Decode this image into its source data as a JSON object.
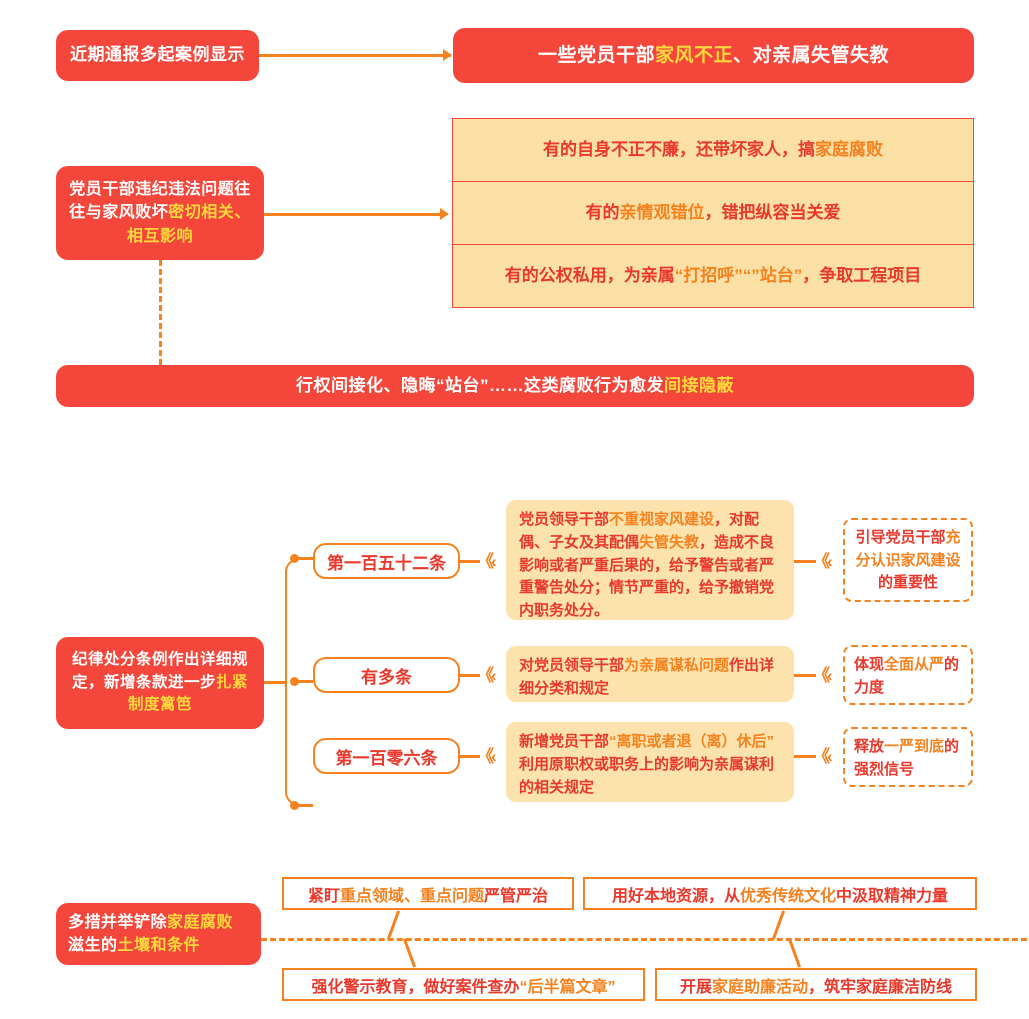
{
  "colors": {
    "red": "#f4463b",
    "orange": "#f5821f",
    "yellow_text": "#ffd83d",
    "pale_yellow": "#fbe0a6",
    "card_yellow": "#fce3ad",
    "red_text": "#e8392c"
  },
  "section1": {
    "source_label": "近期通报多起案例显示",
    "headline": {
      "pre": "一些党员干部",
      "highlight": "家风不正",
      "post": "、对亲属失管失教"
    },
    "cause_box": {
      "pre": "党员干部违纪违法问题往往与家风败坏",
      "highlight": "密切相关、相互影响"
    },
    "manifestations": [
      {
        "pre": "有的自身不正不廉，还带坏家人，搞",
        "highlight": "家庭腐败",
        "post": ""
      },
      {
        "pre": "有的",
        "highlight": "亲情观错位",
        "post": "，错把纵容当关爱"
      },
      {
        "pre": "有的公权私用，为亲属",
        "highlight": "“打招呼”“”站台”",
        "post": "，争取工程项目"
      }
    ],
    "summary_banner": {
      "pre": "行权间接化、隐晦“站台”……这类腐败行为愈发",
      "highlight": "间接隐蔽"
    }
  },
  "section2": {
    "anchor": {
      "pre": "纪律处分条例作出详细规定，新增条款进一步",
      "highlight": "扎紧制度篱笆"
    },
    "branches": [
      {
        "label": "第一百五十二条",
        "detail": {
          "p1": "党员领导干部",
          "h1": "不重视家风建设",
          "p2": "，对配偶、子女及其配偶",
          "h2": "失管失教",
          "p3": "，造成不良影响或者严重后果的，给予警告或者严重警告处分；情节严重的，给予撤销党内职务处分。"
        },
        "outcome": {
          "p1": "引导党员干部",
          "h1": "充分认识家风建设",
          "p2": "的重要性"
        }
      },
      {
        "label": "有多条",
        "detail": {
          "p1": "对党员领导干部",
          "h1": "为亲属谋私问题",
          "p2": "作出详细分类和规定",
          "h2": "",
          "p3": ""
        },
        "outcome": {
          "p1": "体现",
          "h1": "全面从严",
          "p2": "的力度"
        }
      },
      {
        "label": "第一百零六条",
        "detail": {
          "p1": "新增党员干部",
          "h1": "“离职或者退（离）休后”",
          "p2": "利用原职权或职务上的影响为亲属谋利的相关规定",
          "h2": "",
          "p3": ""
        },
        "outcome": {
          "p1": "释放",
          "h1": "一严到底",
          "p2": "的强烈信号"
        }
      }
    ]
  },
  "section3": {
    "anchor": {
      "p1": "多措并举铲除",
      "h1": "家庭腐败",
      "p2": "滋生的",
      "h2": "土壤和条件"
    },
    "measures": [
      {
        "pre": "紧盯",
        "highlight": "重点领域、重点问题",
        "post": "严管严治"
      },
      {
        "pre": "用好本地资源，从",
        "highlight": "优秀传统文化",
        "post": "中汲取精神力量"
      },
      {
        "pre": "强化警示教育，做好案件查办",
        "highlight": "“后半篇文章”",
        "post": ""
      },
      {
        "pre": "开展",
        "highlight": "家庭助廉活动",
        "post": "，筑牢家庭廉洁防线"
      }
    ]
  }
}
